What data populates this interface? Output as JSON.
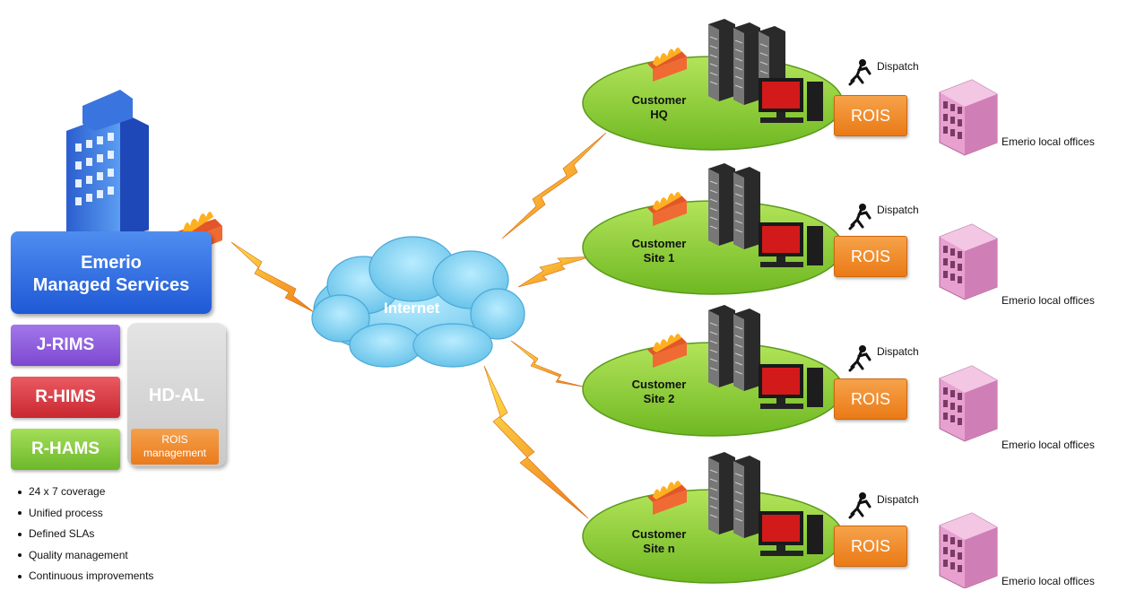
{
  "left_panel": {
    "title_line1": "Emerio",
    "title_line2": "Managed Services",
    "services": [
      {
        "label": "J-RIMS",
        "color": "#8a56d8"
      },
      {
        "label": "R-HIMS",
        "color": "#d8363f"
      },
      {
        "label": "R-HAMS",
        "color": "#7cc63a"
      }
    ],
    "hdal_label": "HD-AL",
    "rois_management": "ROIS management",
    "bullets": [
      "24 x 7 coverage",
      "Unified process",
      "Defined SLAs",
      "Quality management",
      "Continuous improvements"
    ]
  },
  "cloud": {
    "label": "Internet"
  },
  "sites": [
    {
      "line1": "Customer",
      "line2": "HQ",
      "rois": "ROIS",
      "dispatch": "Dispatch",
      "office": "Emerio local offices"
    },
    {
      "line1": "Customer",
      "line2": "Site 1",
      "rois": "ROIS",
      "dispatch": "Dispatch",
      "office": "Emerio local offices"
    },
    {
      "line1": "Customer",
      "line2": "Site 2",
      "rois": "ROIS",
      "dispatch": "Dispatch",
      "office": "Emerio local offices"
    },
    {
      "line1": "Customer",
      "line2": "Site n",
      "rois": "ROIS",
      "dispatch": "Dispatch",
      "office": "Emerio local offices"
    }
  ],
  "colors": {
    "ellipse_green": "#8fd13a",
    "rois_orange": "#ef8a22",
    "office_pink": "#e8a6d0",
    "cloud_blue": "#8ad3ee",
    "lightning": "#f2a01c"
  }
}
